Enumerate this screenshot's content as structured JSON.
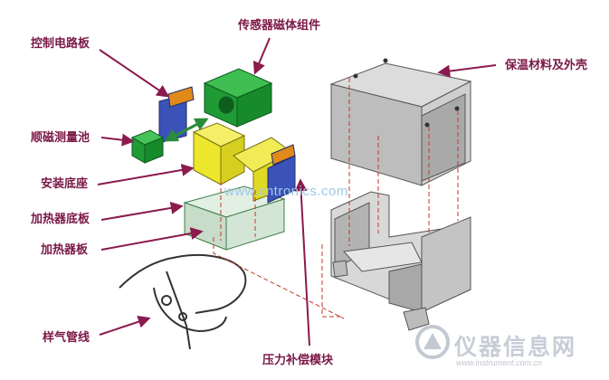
{
  "labels": {
    "control_board": "控制电路板",
    "smooth_magnetic_pool": "顺磁测量池",
    "mounting_base": "安装底座",
    "heater_base_plate": "加热器底板",
    "heater_plate": "加热器板",
    "sample_gas_tube": "样气管线",
    "sensor_magnet_assembly": "传感器磁体组件",
    "insulation_and_shell": "保温材料及外壳",
    "pressure_compensation_module": "压力补偿模块"
  },
  "watermark": {
    "site": "www.cntronics.com",
    "logo_text": "仪器信息网",
    "logo_url": "www.instrument.com.cn"
  },
  "colors": {
    "label_text": "#7a1846",
    "arrow": "#8b1a4e",
    "leader_line": "#c0392b",
    "green_part": "#1f9a35",
    "yellow_part": "#ece62c",
    "blue_part": "#3b52b8",
    "grey_housing": "#d4d4d4"
  }
}
